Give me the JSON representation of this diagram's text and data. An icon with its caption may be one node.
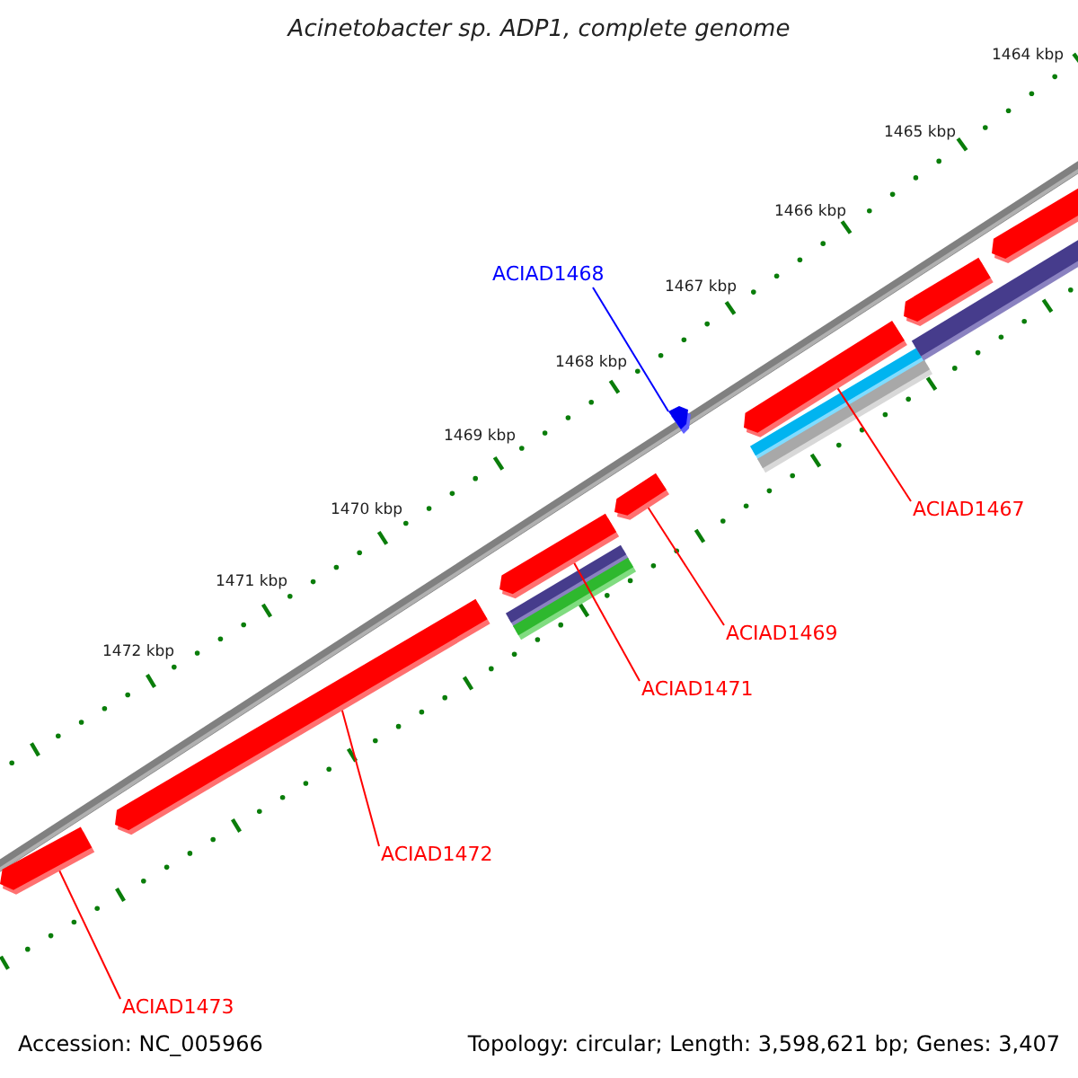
{
  "diagram": {
    "title": "Acinetobacter sp. ADP1, complete genome",
    "nodes": [
      {
        "text": [
          "ACIAD1468"
        ]
      },
      {
        "text": [],
        "shape": "pentagon"
      },
      {
        "text": [],
        "shape": "bar"
      },
      {
        "text": [
          "ACIAD1467"
        ]
      },
      {
        "text": [],
        "shape": "bar"
      },
      {
        "text": [
          "ACIAD1469"
        ]
      },
      {
        "text": [],
        "shape": "bar"
      },
      {
        "text": [
          "ACIAD1471"
        ]
      },
      {
        "text": [],
        "shape": "bar"
      },
      {
        "text": [
          "ACIAD1472"
        ]
      },
      {
        "text": [],
        "shape": "bar"
      },
      {
        "text": [
          "ACIAD1473"
        ]
      },
      {
        "text": [],
        "shape": "bar"
      },
      {
        "text": [],
        "shape": "bar"
      }
    ],
    "edges": [
      {
        "from": 0,
        "to": 1,
        "arrow": "none",
        "color": "#0000ff"
      },
      {
        "from": 3,
        "to": 2,
        "arrow": "none"
      },
      {
        "from": 5,
        "to": 4,
        "arrow": "none"
      },
      {
        "from": 7,
        "to": 6,
        "arrow": "none"
      },
      {
        "from": 9,
        "to": 8,
        "arrow": "none"
      },
      {
        "from": 11,
        "to": 10,
        "arrow": "none"
      }
    ],
    "labels": [
      "1464 kbp",
      "1465 kbp",
      "1466 kbp",
      "1467 kbp",
      "1468 kbp",
      "1469 kbp",
      "1470 kbp",
      "1471 kbp",
      "1472 kbp",
      "Accession: NC_005966",
      "Topology: circular; Length: 3,598,621 bp; Genes: 3,407"
    ]
  }
}
